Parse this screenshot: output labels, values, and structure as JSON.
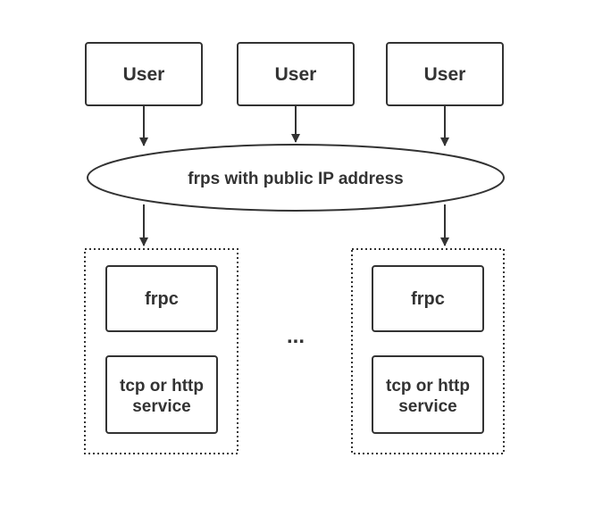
{
  "users": [
    "User",
    "User",
    "User"
  ],
  "server": {
    "label": "frps with public IP address"
  },
  "clients": [
    {
      "frpc_label": "frpc",
      "service_label_line1": "tcp or http",
      "service_label_line2": "service"
    },
    {
      "frpc_label": "frpc",
      "service_label_line1": "tcp or http",
      "service_label_line2": "service"
    }
  ],
  "ellipsis": "...",
  "colors": {
    "stroke": "#333333",
    "background": "#ffffff",
    "text": "#333333"
  }
}
